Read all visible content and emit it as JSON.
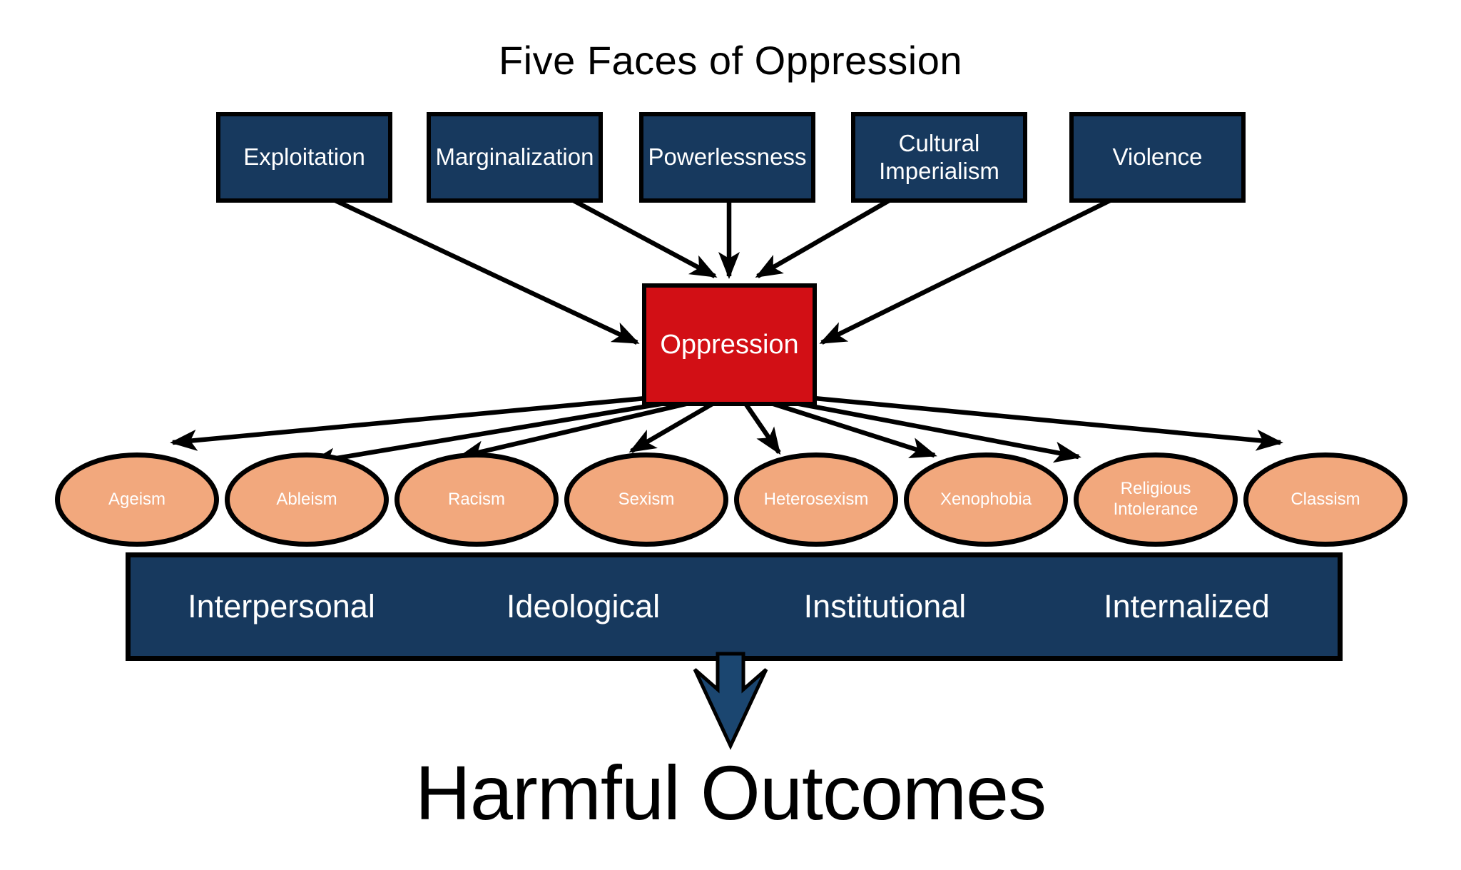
{
  "title": "Five Faces of Oppression",
  "faces": [
    {
      "label": "Exploitation"
    },
    {
      "label": "Marginalization"
    },
    {
      "label": "Powerlessness"
    },
    {
      "label": "Cultural Imperialism"
    },
    {
      "label": "Violence"
    }
  ],
  "center_node": {
    "label": "Oppression"
  },
  "isms": [
    {
      "label": "Ageism"
    },
    {
      "label": "Ableism"
    },
    {
      "label": "Racism"
    },
    {
      "label": "Sexism"
    },
    {
      "label": "Heterosexism"
    },
    {
      "label": "Xenophobia"
    },
    {
      "label": "Religious Intolerance"
    },
    {
      "label": "Classism"
    }
  ],
  "levels": [
    {
      "label": "Interpersonal"
    },
    {
      "label": "Ideological"
    },
    {
      "label": "Institutional"
    },
    {
      "label": "Internalized"
    }
  ],
  "outcome": {
    "label": "Harmful Outcomes"
  },
  "colors": {
    "box_navy": "#17395E",
    "oppression_red": "#D20F15",
    "ellipse_peach": "#F2A87D",
    "block_arrow_navy": "#1B4670",
    "outline_black": "#000000",
    "text_light": "#FFFFFF",
    "text_dark": "#000000",
    "background": "#FFFFFF"
  }
}
